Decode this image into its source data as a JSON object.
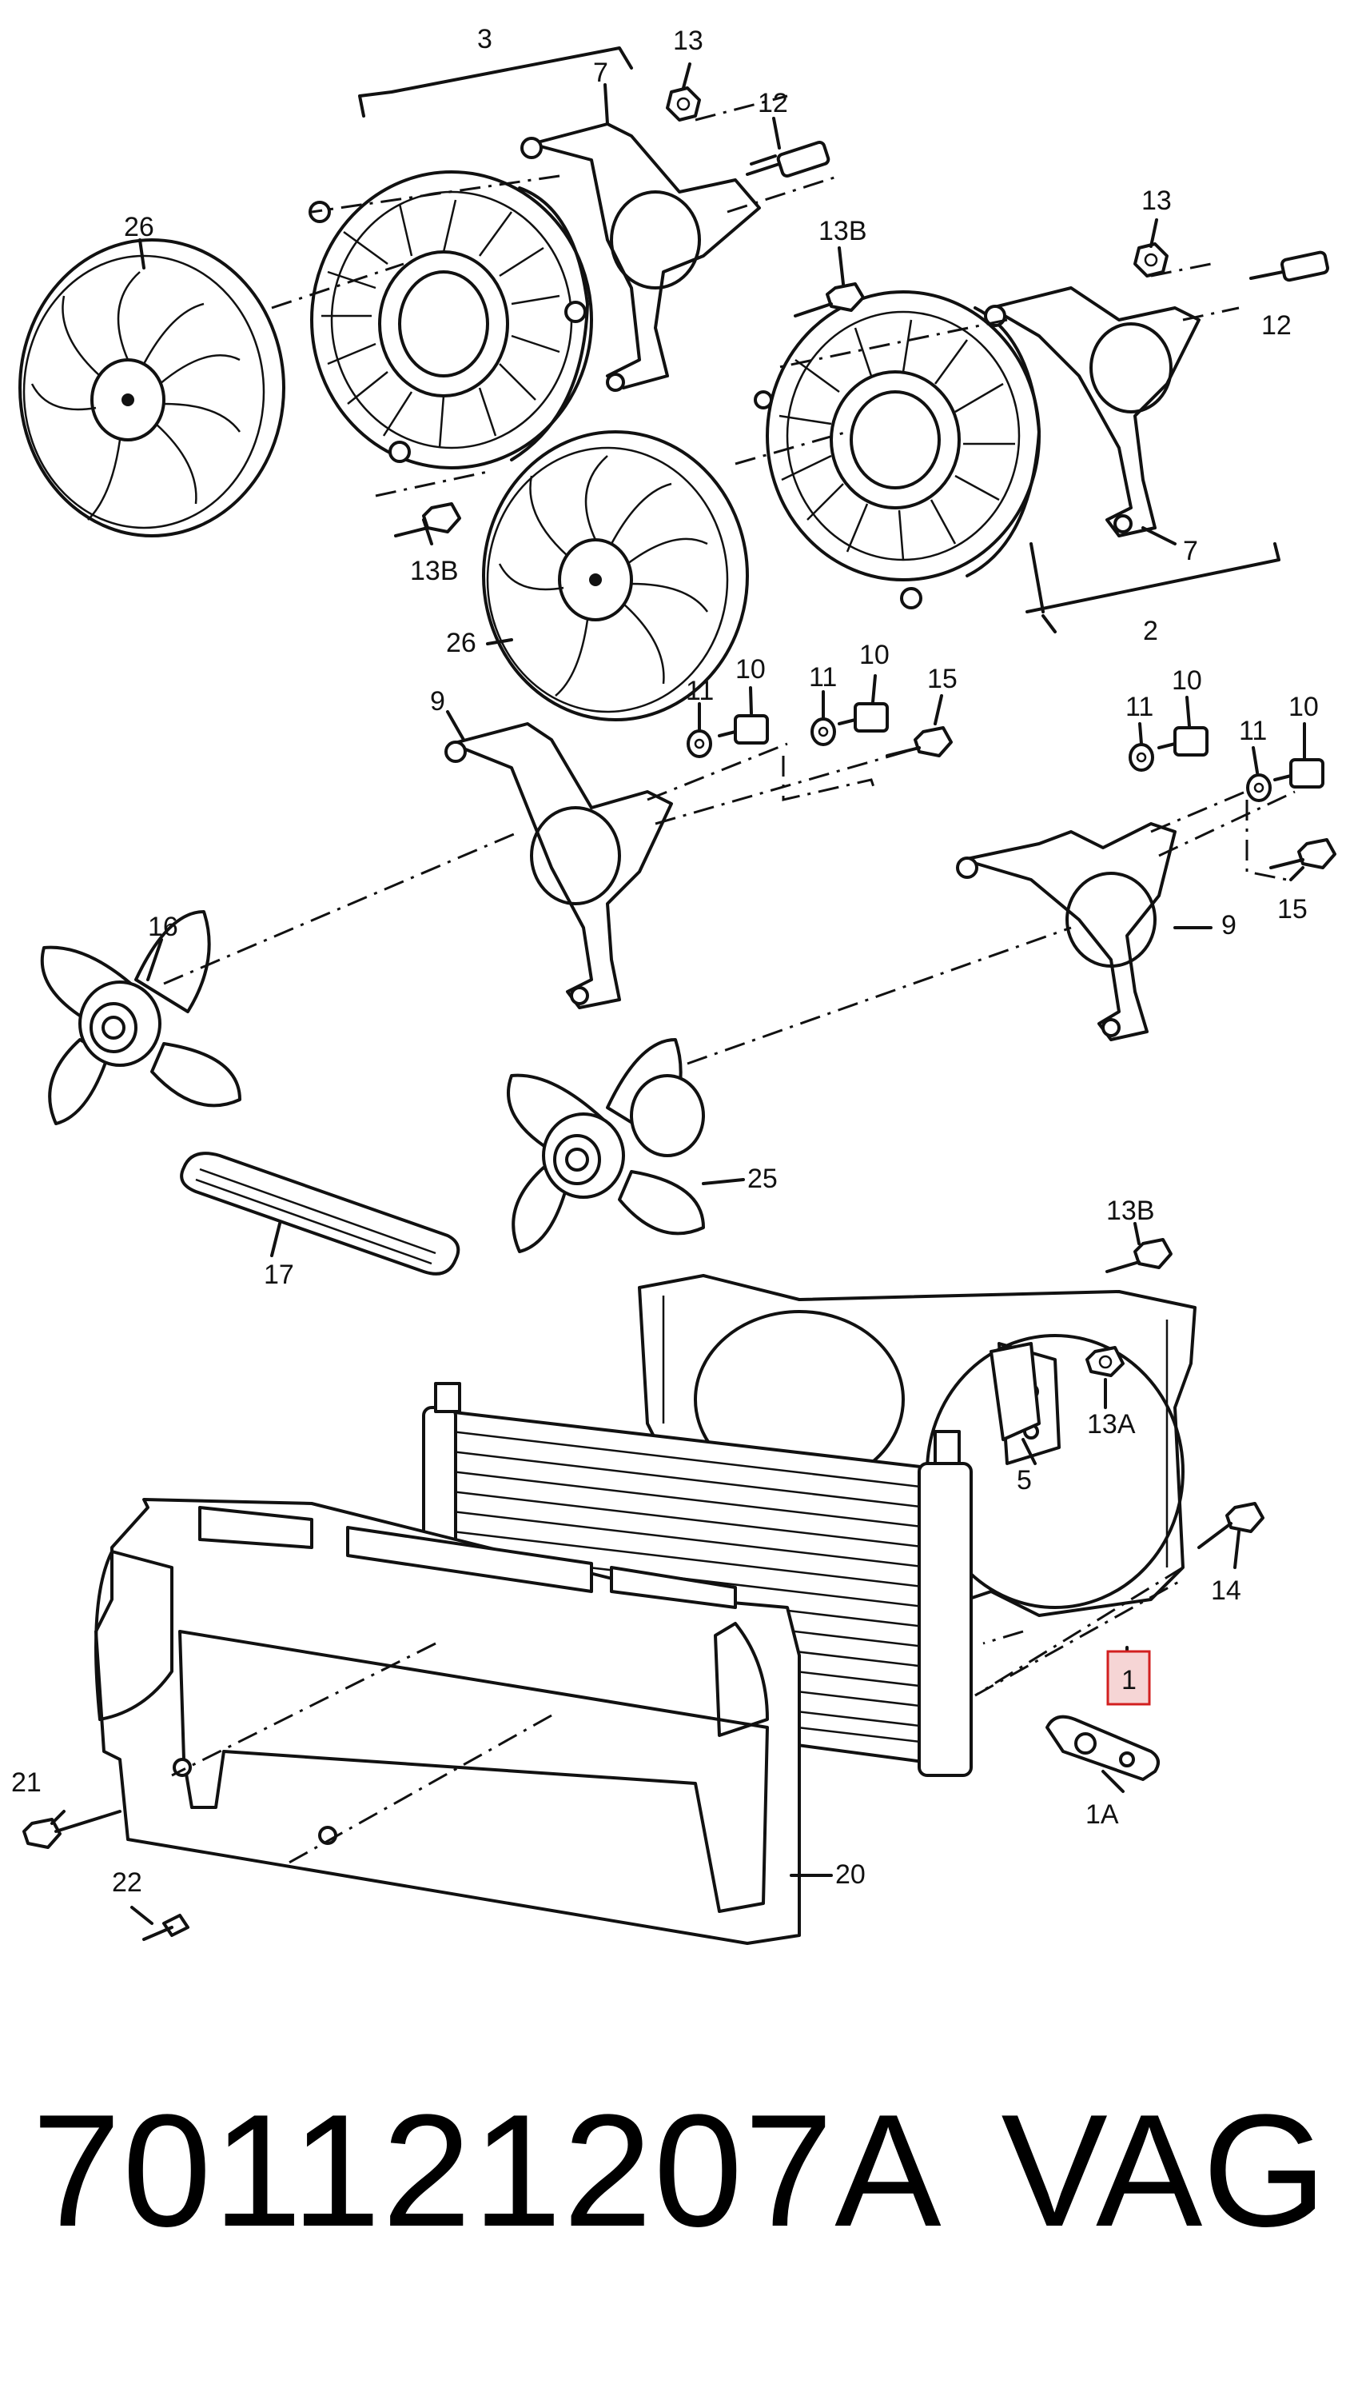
{
  "callouts": {
    "c3": "3",
    "c7a": "7",
    "c13a": "13",
    "c12a": "12",
    "c26a": "26",
    "c13b_top": "13B",
    "c13_r": "13",
    "c12_r": "12",
    "c13b_l": "13B",
    "c26b": "26",
    "c7b": "7",
    "c2": "2",
    "c9a": "9",
    "c11a": "11",
    "c10a": "10",
    "c11b": "11",
    "c10b": "10",
    "c15a": "15",
    "c11c": "11",
    "c10c": "10",
    "c11d": "11",
    "c10d": "10",
    "c15b": "15",
    "c9b": "9",
    "c16": "16",
    "c25": "25",
    "c17": "17",
    "c13b_shroud": "13B",
    "c13a_nut": "13A",
    "c5": "5",
    "c14": "14",
    "c1": "1",
    "c1a": "1A",
    "c21": "21",
    "c22": "22",
    "c20": "20"
  },
  "highlight": {
    "label": "1",
    "color": "#d21f1f",
    "fill": "#f6d5d5"
  },
  "footer": {
    "part_number": "701121207A",
    "brand": "VAG"
  }
}
